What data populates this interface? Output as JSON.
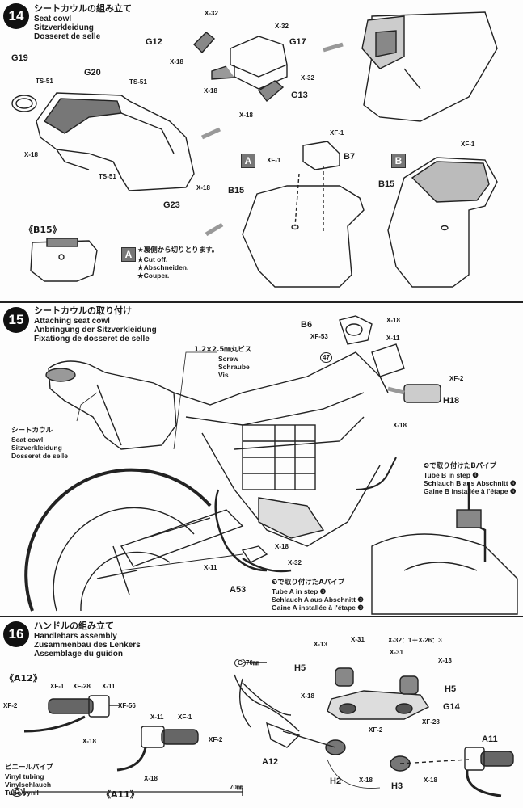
{
  "steps": [
    {
      "num": "14",
      "title_jp": "シートカウルの組み立て",
      "title_en": "Seat cowl",
      "title_de": "Sitzverkleidung",
      "title_fr": "Dosseret de selle"
    },
    {
      "num": "15",
      "title_jp": "シートカウルの取り付け",
      "title_en": "Attaching seat cowl",
      "title_de": "Anbringung der Sitzverkleidung",
      "title_fr": "Fixationg de dosseret de selle"
    },
    {
      "num": "16",
      "title_jp": "ハンドルの組み立て",
      "title_en": "Handlebars assembly",
      "title_de": "Zusammenbau des Lenkers",
      "title_fr": "Assemblage du guidon"
    }
  ],
  "step14": {
    "parts": {
      "g19": "G19",
      "g20": "G20",
      "g23": "G23",
      "g12": "G12",
      "g17": "G17",
      "g13": "G13",
      "b7": "B7",
      "b15a": "B15",
      "b15b": "B15"
    },
    "screws": {
      "ts51a": "TS-51",
      "ts51b": "TS-51",
      "ts51c": "TS-51",
      "x18a": "X-18",
      "x18b": "X-18",
      "x18c": "X-18",
      "x18d": "X-18",
      "x18e": "X-18",
      "x32a": "X-32",
      "x32b": "X-32",
      "x32c": "X-32",
      "xf1a": "XF-1",
      "xf1b": "XF-1",
      "xf1c": "XF-1"
    },
    "tag_a": "A",
    "tag_b": "B",
    "b15_callout": "《B15》",
    "cut_jp": "★裏側から切りとります。",
    "cut_en": "★Cut off.",
    "cut_de": "★Abschneiden.",
    "cut_fr": "★Couper."
  },
  "step15": {
    "screw_jp": "1.2×2.5㎜丸ビス",
    "screw_en": "Screw",
    "screw_de": "Schraube",
    "screw_fr": "Vis",
    "cowl_jp": "シートカウル",
    "cowl_en": "Seat cowl",
    "cowl_de": "Sitzverkleidung",
    "cowl_fr": "Dosseret de selle",
    "parts": {
      "b6": "B6",
      "h18": "H18",
      "a53": "A53"
    },
    "screws": {
      "xf53": "XF-53",
      "x18a": "X-18",
      "x11a": "X-11",
      "xf2": "XF-2",
      "x18b": "X-18",
      "x18c": "X-18",
      "x32": "X-32",
      "x11b": "X-11"
    },
    "ref47": "47",
    "tubeb_jp": "❹で取り付けたBパイプ",
    "tubeb_en": "Tube B in step ❹",
    "tubeb_de": "Schlauch B aus Abschnitt ❹",
    "tubeb_fr": "Gaine B installée à l'étape ❹",
    "tubea_jp": "❸で取り付けたAパイプ",
    "tubea_en": "Tube A in step ❸",
    "tubea_de": "Schlauch A aus Abschnitt ❸",
    "tubea_fr": "Gaine A installée à l'étape ❸"
  },
  "step16": {
    "a12_callout": "《A12》",
    "a11_callout": "《A11》",
    "vinyl_jp": "ビニールパイプ",
    "vinyl_en": "Vinyl tubing",
    "vinyl_de": "Vinylschlauch",
    "vinyl_fr": "Tubo vynil",
    "parts": {
      "h5a": "H5",
      "h5b": "H5",
      "g14": "G14",
      "a12": "A12",
      "h2": "H2",
      "h3": "H3",
      "a11": "A11"
    },
    "screws": {
      "xf1a": "XF-1",
      "xf28a": "XF-28",
      "x11a": "X-11",
      "xf2a": "XF-2",
      "xf56": "XF-56",
      "x18a": "X-18",
      "x11b": "X-11",
      "xf1b": "XF-1",
      "xf2b": "XF-2",
      "x18b": "X-18",
      "x13a": "X-13",
      "x31a": "X-31",
      "x32mix": "X-32：1＋X-26：3",
      "x31b": "X-31",
      "x13b": "X-13",
      "x18c": "X-18",
      "xf2c": "XF-2",
      "xf28b": "XF-28",
      "x18d": "X-18",
      "x18e": "X-18"
    },
    "g_tag": "G",
    "len_top": "70㎜",
    "len_bottom": "70㎜"
  }
}
